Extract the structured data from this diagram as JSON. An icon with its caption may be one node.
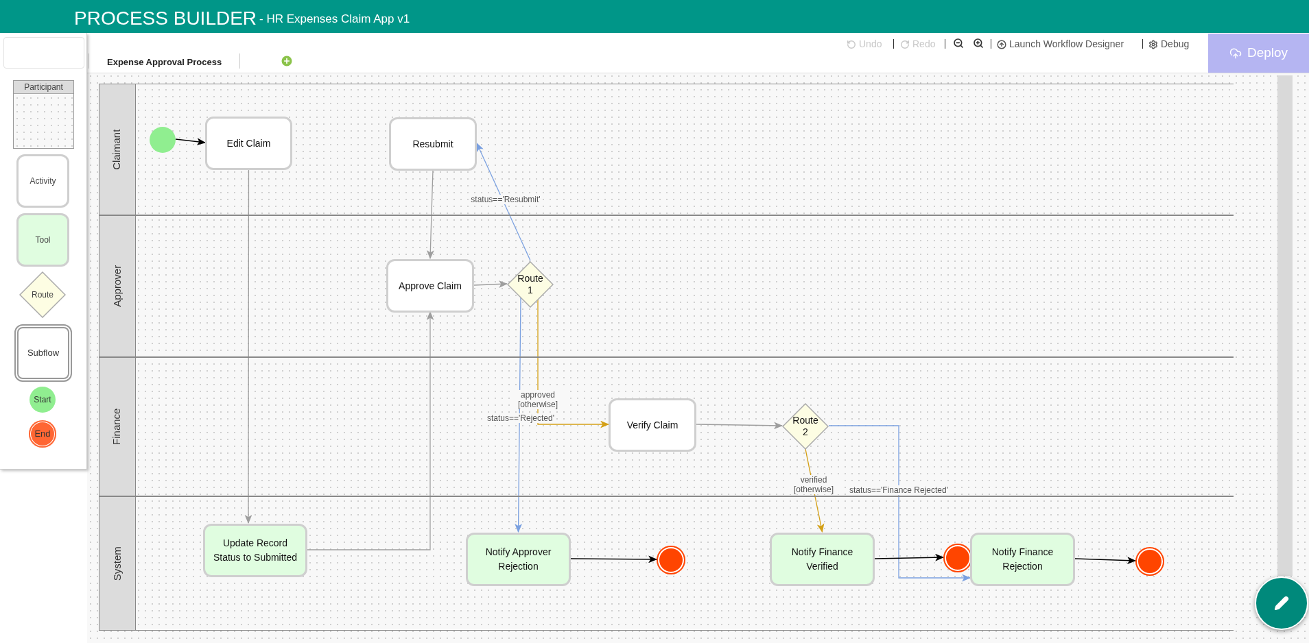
{
  "diagram": {
    "title": "PROCESS BUILDER",
    "nodes": [
      {
        "text": [
          "Participant"
        ]
      },
      {
        "text": [
          "Activity"
        ]
      },
      {
        "text": [
          "Tool"
        ]
      },
      {
        "text": [
          "Route"
        ]
      },
      {
        "text": [
          "Subflow"
        ]
      },
      {
        "text": [
          "Start"
        ]
      },
      {
        "text": [
          "End"
        ]
      },
      {
        "text": [
          "Claimant"
        ]
      },
      {
        "text": [
          "Approver"
        ]
      },
      {
        "text": [
          "Finance"
        ]
      },
      {
        "text": [
          "System"
        ]
      },
      {
        "text": [],
        "shape": "circle",
        "in": 7
      },
      {
        "text": [
          "Edit Claim"
        ],
        "in": 7
      },
      {
        "text": [
          "Resubmit"
        ],
        "in": 7
      },
      {
        "text": [
          "Approve Claim"
        ],
        "in": 8
      },
      {
        "text": [
          "Route 1"
        ],
        "in": 8
      },
      {
        "text": [
          "Verify Claim"
        ],
        "in": 9
      },
      {
        "text": [
          "Route 2"
        ],
        "in": 9
      },
      {
        "text": [
          "Update Record Status to Submitted"
        ],
        "in": 10
      },
      {
        "text": [
          "Notify Approver Rejection"
        ],
        "in": 10
      },
      {
        "text": [],
        "shape": "circle",
        "in": 10
      },
      {
        "text": [
          "Notify Finance Verified"
        ],
        "in": 10
      },
      {
        "text": [],
        "shape": "circle",
        "in": 10
      },
      {
        "text": [
          "Notify Finance Rejection"
        ],
        "in": 10
      },
      {
        "text": [],
        "shape": "circle",
        "in": 10
      }
    ],
    "edges": [
      {
        "from": 11,
        "to": 12,
        "arrow": "to",
        "color": "#000000"
      },
      {
        "from": 12,
        "to": 18,
        "arrow": "to"
      },
      {
        "from": 18,
        "to": 14,
        "arrow": "to"
      },
      {
        "from": 13,
        "to": 14,
        "arrow": "to"
      },
      {
        "from": 14,
        "to": 15,
        "arrow": "to"
      },
      {
        "from": 15,
        "to": 13,
        "arrow": "to",
        "label": "status=='Resubmit'",
        "color": "#7aa0e0"
      },
      {
        "from": 15,
        "to": 19,
        "arrow": "to",
        "label": "status=='Rejected'",
        "color": "#7aa0e0"
      },
      {
        "from": 15,
        "to": 16,
        "arrow": "to",
        "label": "approved [otherwise]",
        "color": "#d4a017"
      },
      {
        "from": 16,
        "to": 17,
        "arrow": "to"
      },
      {
        "from": 17,
        "to": 21,
        "arrow": "to",
        "label": "verified [otherwise]",
        "color": "#d4a017"
      },
      {
        "from": 17,
        "to": 23,
        "arrow": "to",
        "label": "status=='Finance Rejected'",
        "color": "#7aa0e0"
      },
      {
        "from": 19,
        "to": 20,
        "arrow": "to",
        "color": "#000000"
      },
      {
        "from": 21,
        "to": 22,
        "arrow": "to",
        "color": "#000000"
      },
      {
        "from": 23,
        "to": 24,
        "arrow": "to",
        "color": "#000000"
      }
    ],
    "labels": [
      "- HR Expenses Claim App v1",
      "Expense Approval Process",
      "Undo",
      "Redo",
      "Launch Workflow Designer",
      "Debug",
      "Deploy"
    ]
  }
}
